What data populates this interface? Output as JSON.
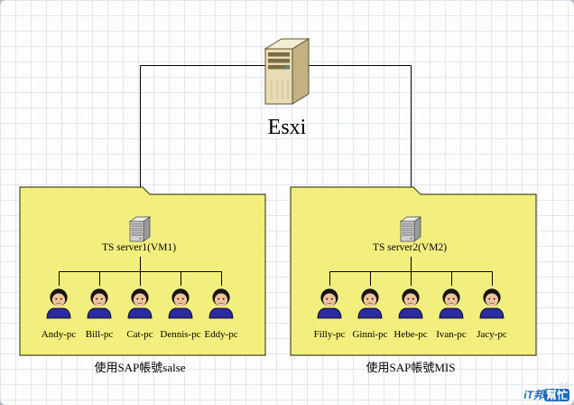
{
  "hypervisor": {
    "label": "Esxi",
    "icon": "server-tower-icon"
  },
  "groups": [
    {
      "server_label": "TS server1(VM1)",
      "server_icon": "mini-server-icon",
      "users": [
        "Andy-pc",
        "Bill-pc",
        "Cat-pc",
        "Dennis-pc",
        "Eddy-pc"
      ],
      "caption": "使用SAP帳號salse"
    },
    {
      "server_label": "TS server2(VM2)",
      "server_icon": "mini-server-icon",
      "users": [
        "Filly-pc",
        "Ginni-pc",
        "Hebe-pc",
        "Ivan-pc",
        "Jacy-pc"
      ],
      "caption": "使用SAP帳號MIS"
    }
  ],
  "watermark": {
    "dots": "∴∴",
    "prefix": "iT邦",
    "suffix": "幫忙"
  },
  "colors": {
    "folder_fill": "#f2ef7e",
    "folder_stroke": "#4a4a20",
    "connector": "#000000",
    "user_body": "#2b2b9e",
    "accent_blue": "#1d6ab8"
  }
}
